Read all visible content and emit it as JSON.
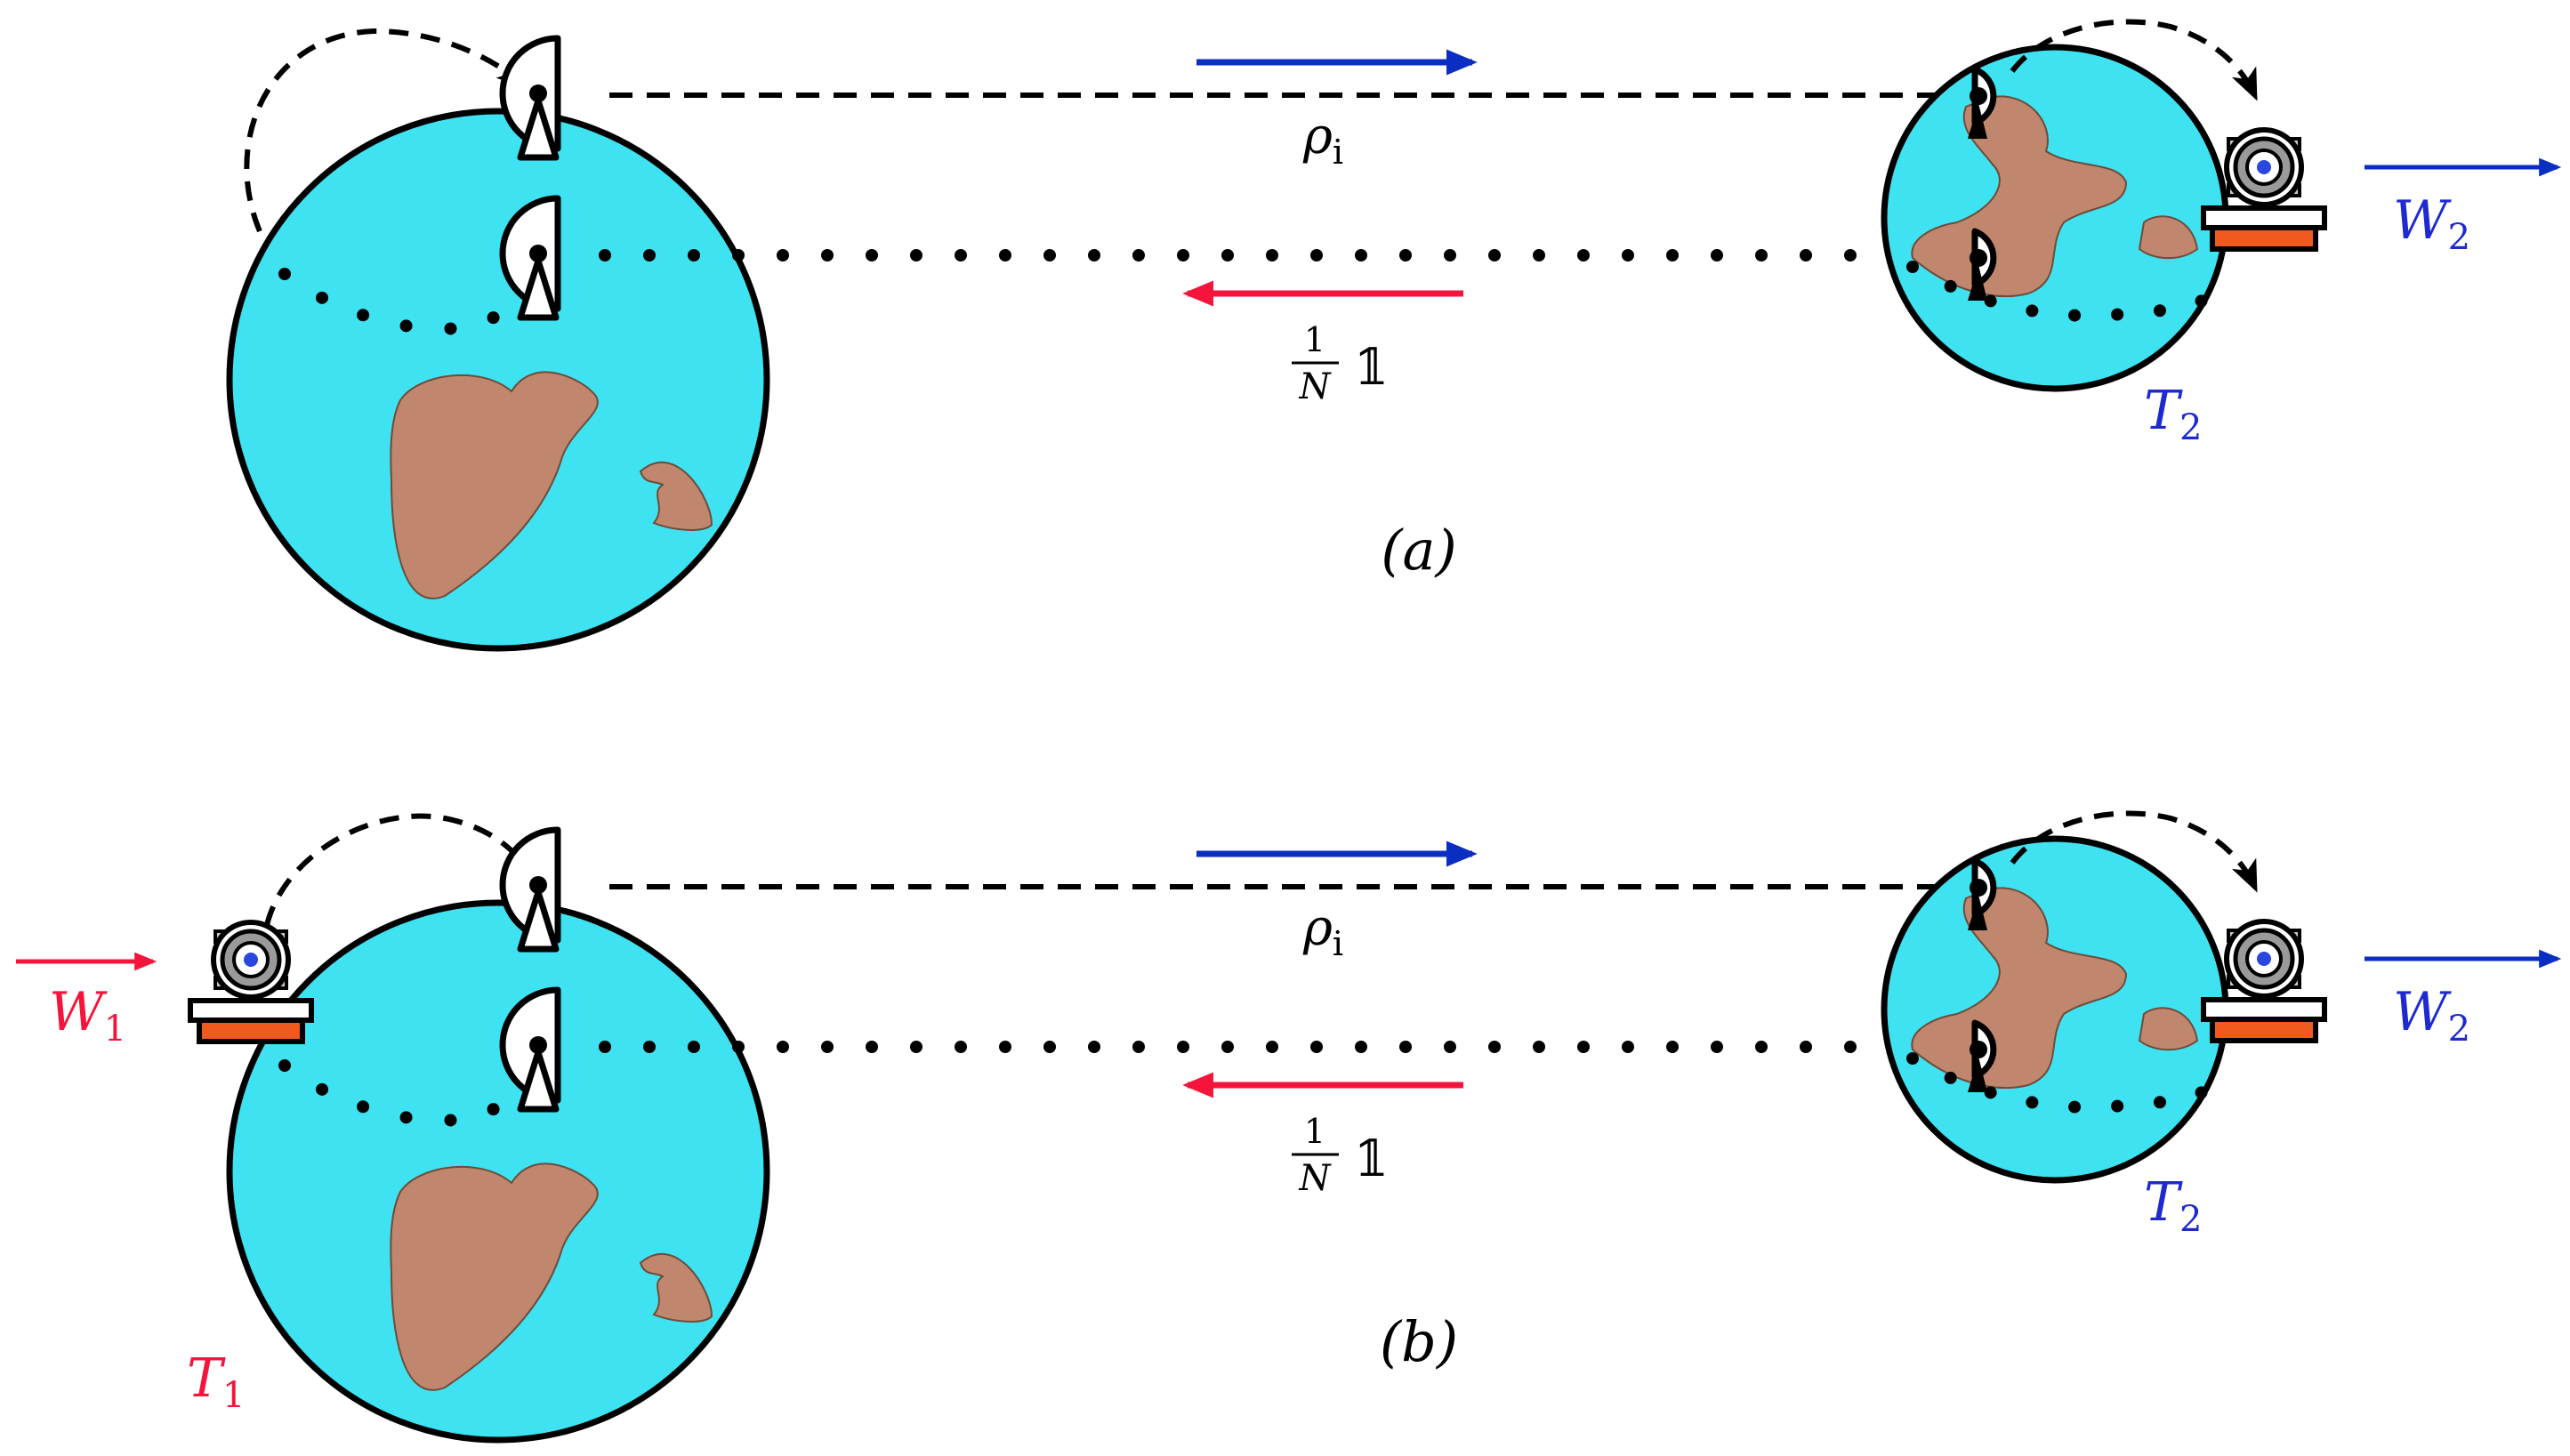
{
  "colors": {
    "ocean": "#3fe2f1",
    "land": "#c0876e",
    "red_arrow": "#f5153c",
    "blue_arrow": "#0b2ec2",
    "label_red": "#f5153c",
    "label_blue": "#1e2ad0",
    "machine_base": "#f05a1e",
    "machine_gray": "#c8c8c8",
    "machine_core": "#2a48e0"
  },
  "panel_a": {
    "caption": "(a)",
    "rho_label": "ρ",
    "rho_subscript": "i",
    "fraction_numerator": "1",
    "fraction_denominator": "N",
    "identity_symbol": "𝟙",
    "right_temperature": "T",
    "right_temperature_subscript": "2",
    "right_work": "W",
    "right_work_subscript": "2"
  },
  "panel_b": {
    "caption": "(b)",
    "rho_label": "ρ",
    "rho_subscript": "i",
    "fraction_numerator": "1",
    "fraction_denominator": "N",
    "identity_symbol": "𝟙",
    "left_temperature": "T",
    "left_temperature_subscript": "1",
    "left_work": "W",
    "left_work_subscript": "1",
    "right_temperature": "T",
    "right_temperature_subscript": "2",
    "right_work": "W",
    "right_work_subscript": "2"
  },
  "icons": [
    "planet-icon",
    "satellite-dish-icon",
    "heat-engine-icon",
    "curved-dashed-arrow-icon"
  ]
}
